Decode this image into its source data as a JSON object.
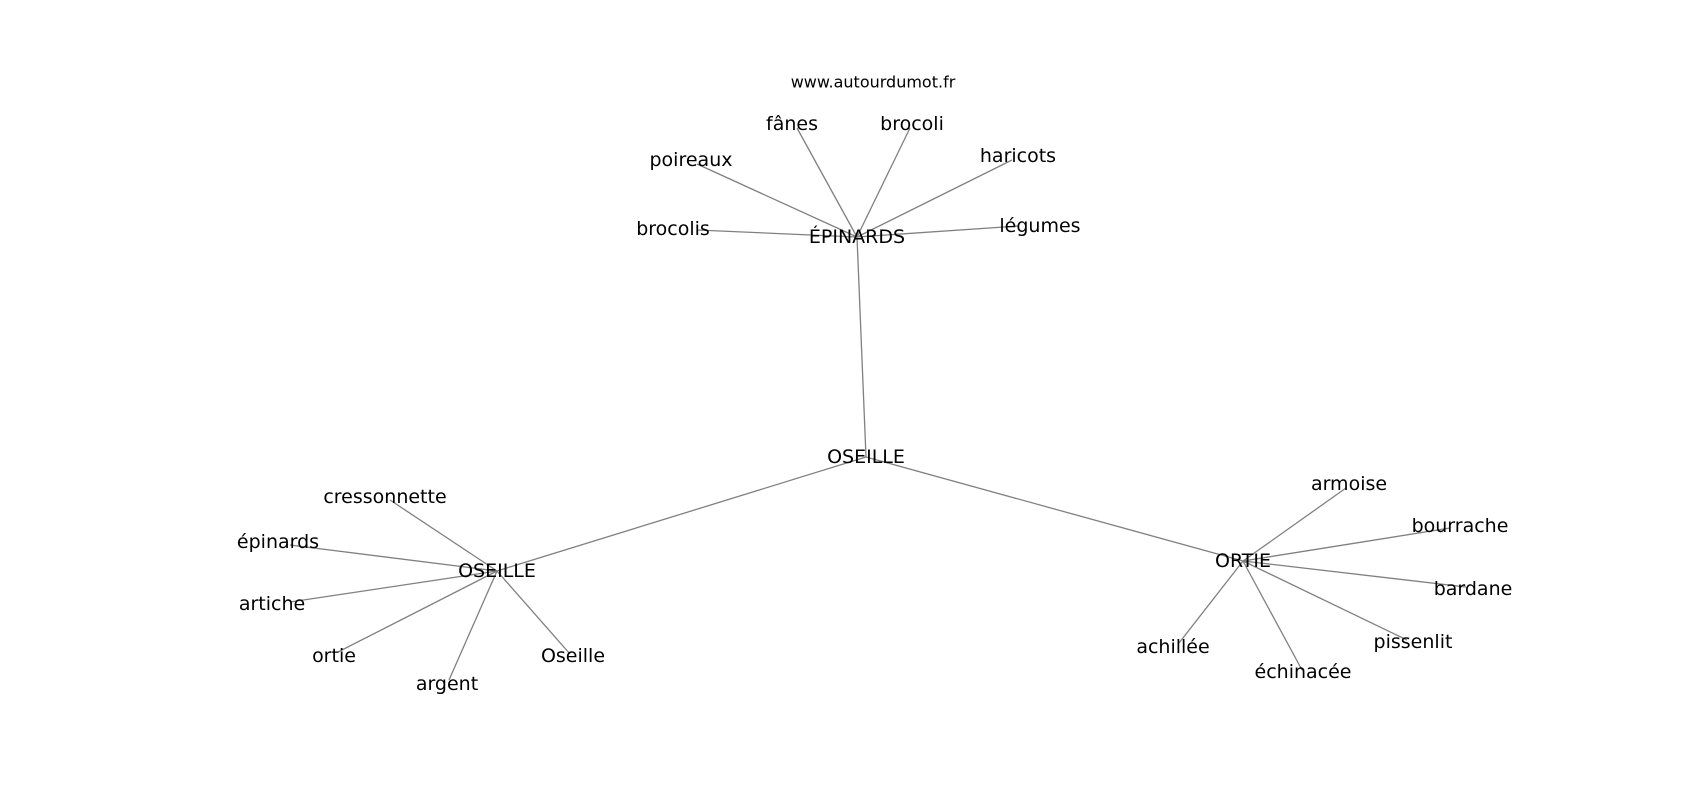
{
  "watermark": "www.autourdumot.fr",
  "colors": {
    "edge": "#808080",
    "text": "#000000",
    "background": "#ffffff"
  },
  "graph": {
    "nodes": [
      {
        "id": "center",
        "label": "OSEILLE"
      },
      {
        "id": "epinards",
        "label": "ÉPINARDS"
      },
      {
        "id": "oseille2",
        "label": "OSEILLE"
      },
      {
        "id": "ortie",
        "label": "ORTIE"
      },
      {
        "id": "fanes",
        "label": "fânes"
      },
      {
        "id": "brocoli",
        "label": "brocoli"
      },
      {
        "id": "poireaux",
        "label": "poireaux"
      },
      {
        "id": "haricots",
        "label": "haricots"
      },
      {
        "id": "brocolis",
        "label": "brocolis"
      },
      {
        "id": "legumes",
        "label": "légumes"
      },
      {
        "id": "cressonnette",
        "label": "cressonnette"
      },
      {
        "id": "epinards_l",
        "label": "épinards"
      },
      {
        "id": "artiche",
        "label": "artiche"
      },
      {
        "id": "ortie_l",
        "label": "ortie"
      },
      {
        "id": "argent",
        "label": "argent"
      },
      {
        "id": "oseille_l",
        "label": "Oseille"
      },
      {
        "id": "armoise",
        "label": "armoise"
      },
      {
        "id": "bourrache",
        "label": "bourrache"
      },
      {
        "id": "bardane",
        "label": "bardane"
      },
      {
        "id": "pissenlit",
        "label": "pissenlit"
      },
      {
        "id": "echinacee",
        "label": "échinacée"
      },
      {
        "id": "achillee",
        "label": "achillée"
      }
    ],
    "edges": [
      [
        "center",
        "epinards"
      ],
      [
        "center",
        "oseille2"
      ],
      [
        "center",
        "ortie"
      ],
      [
        "epinards",
        "fanes"
      ],
      [
        "epinards",
        "brocoli"
      ],
      [
        "epinards",
        "poireaux"
      ],
      [
        "epinards",
        "haricots"
      ],
      [
        "epinards",
        "brocolis"
      ],
      [
        "epinards",
        "legumes"
      ],
      [
        "oseille2",
        "cressonnette"
      ],
      [
        "oseille2",
        "epinards_l"
      ],
      [
        "oseille2",
        "artiche"
      ],
      [
        "oseille2",
        "ortie_l"
      ],
      [
        "oseille2",
        "argent"
      ],
      [
        "oseille2",
        "oseille_l"
      ],
      [
        "ortie",
        "armoise"
      ],
      [
        "ortie",
        "bourrache"
      ],
      [
        "ortie",
        "bardane"
      ],
      [
        "ortie",
        "pissenlit"
      ],
      [
        "ortie",
        "echinacee"
      ],
      [
        "ortie",
        "achillee"
      ]
    ]
  }
}
